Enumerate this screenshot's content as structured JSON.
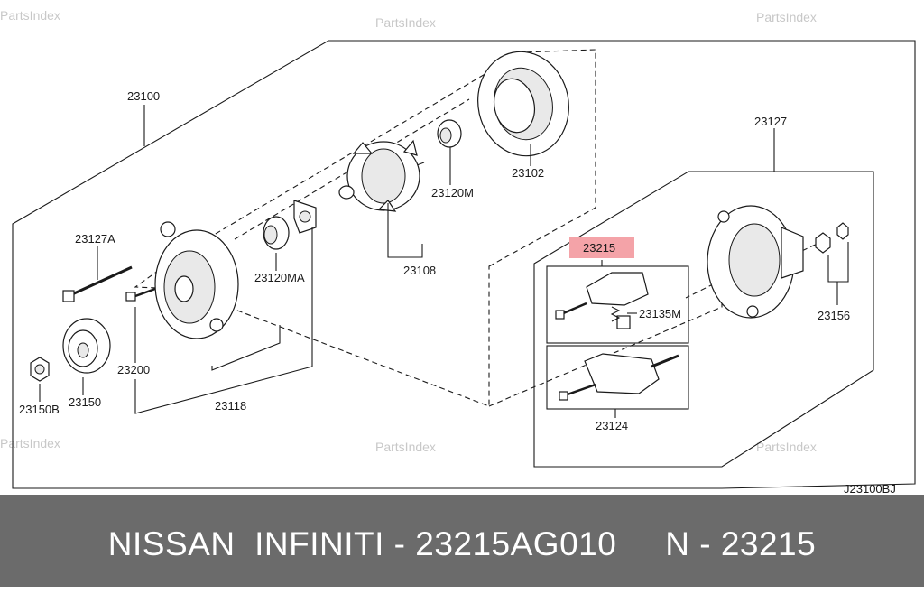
{
  "watermark": "PartsIndex",
  "diagram_code": "J23100BJ",
  "highlight_color": "#f4a3a8",
  "footer_bg": "#6b6b6b",
  "labels": {
    "p23100": "23100",
    "p23102": "23102",
    "p23120m": "23120M",
    "p23108": "23108",
    "p23127a": "23127A",
    "p23120ma": "23120MA",
    "p23200": "23200",
    "p23150": "23150",
    "p23150b": "23150B",
    "p23118": "23118",
    "p23127": "23127",
    "p23215": "23215",
    "p23135m": "23135M",
    "p23124": "23124",
    "p23156": "23156"
  },
  "footer": {
    "text": "NISSAN  INFINITI - 23215AG010     N - 23215"
  }
}
